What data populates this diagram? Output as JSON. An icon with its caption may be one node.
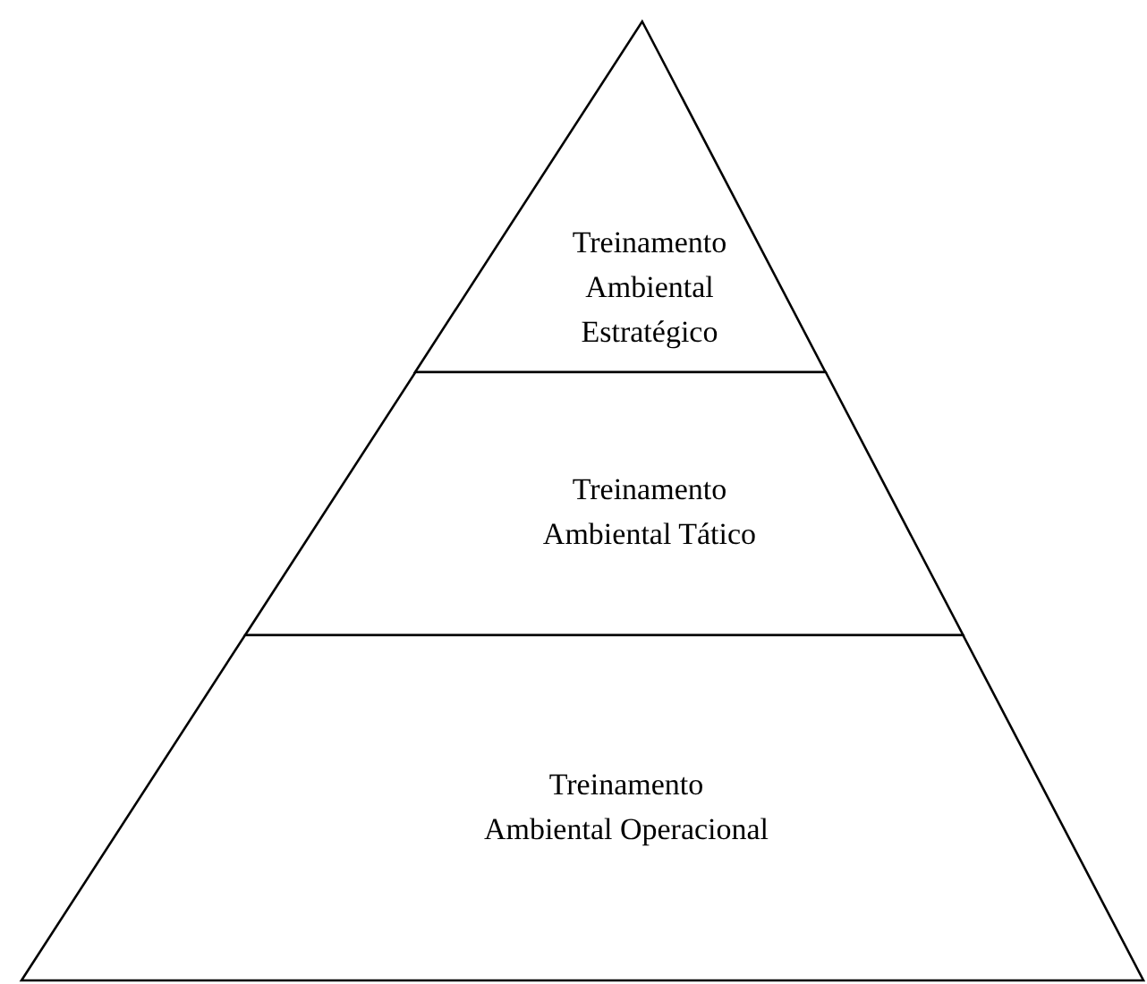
{
  "diagram": {
    "nodes": [
      {
        "text": [
          "Treinamento Ambiental Estratégico"
        ]
      },
      {
        "text": [
          "Treinamento Ambiental Tático"
        ]
      },
      {
        "text": [
          "Treinamento Ambiental Operacional"
        ]
      }
    ]
  }
}
